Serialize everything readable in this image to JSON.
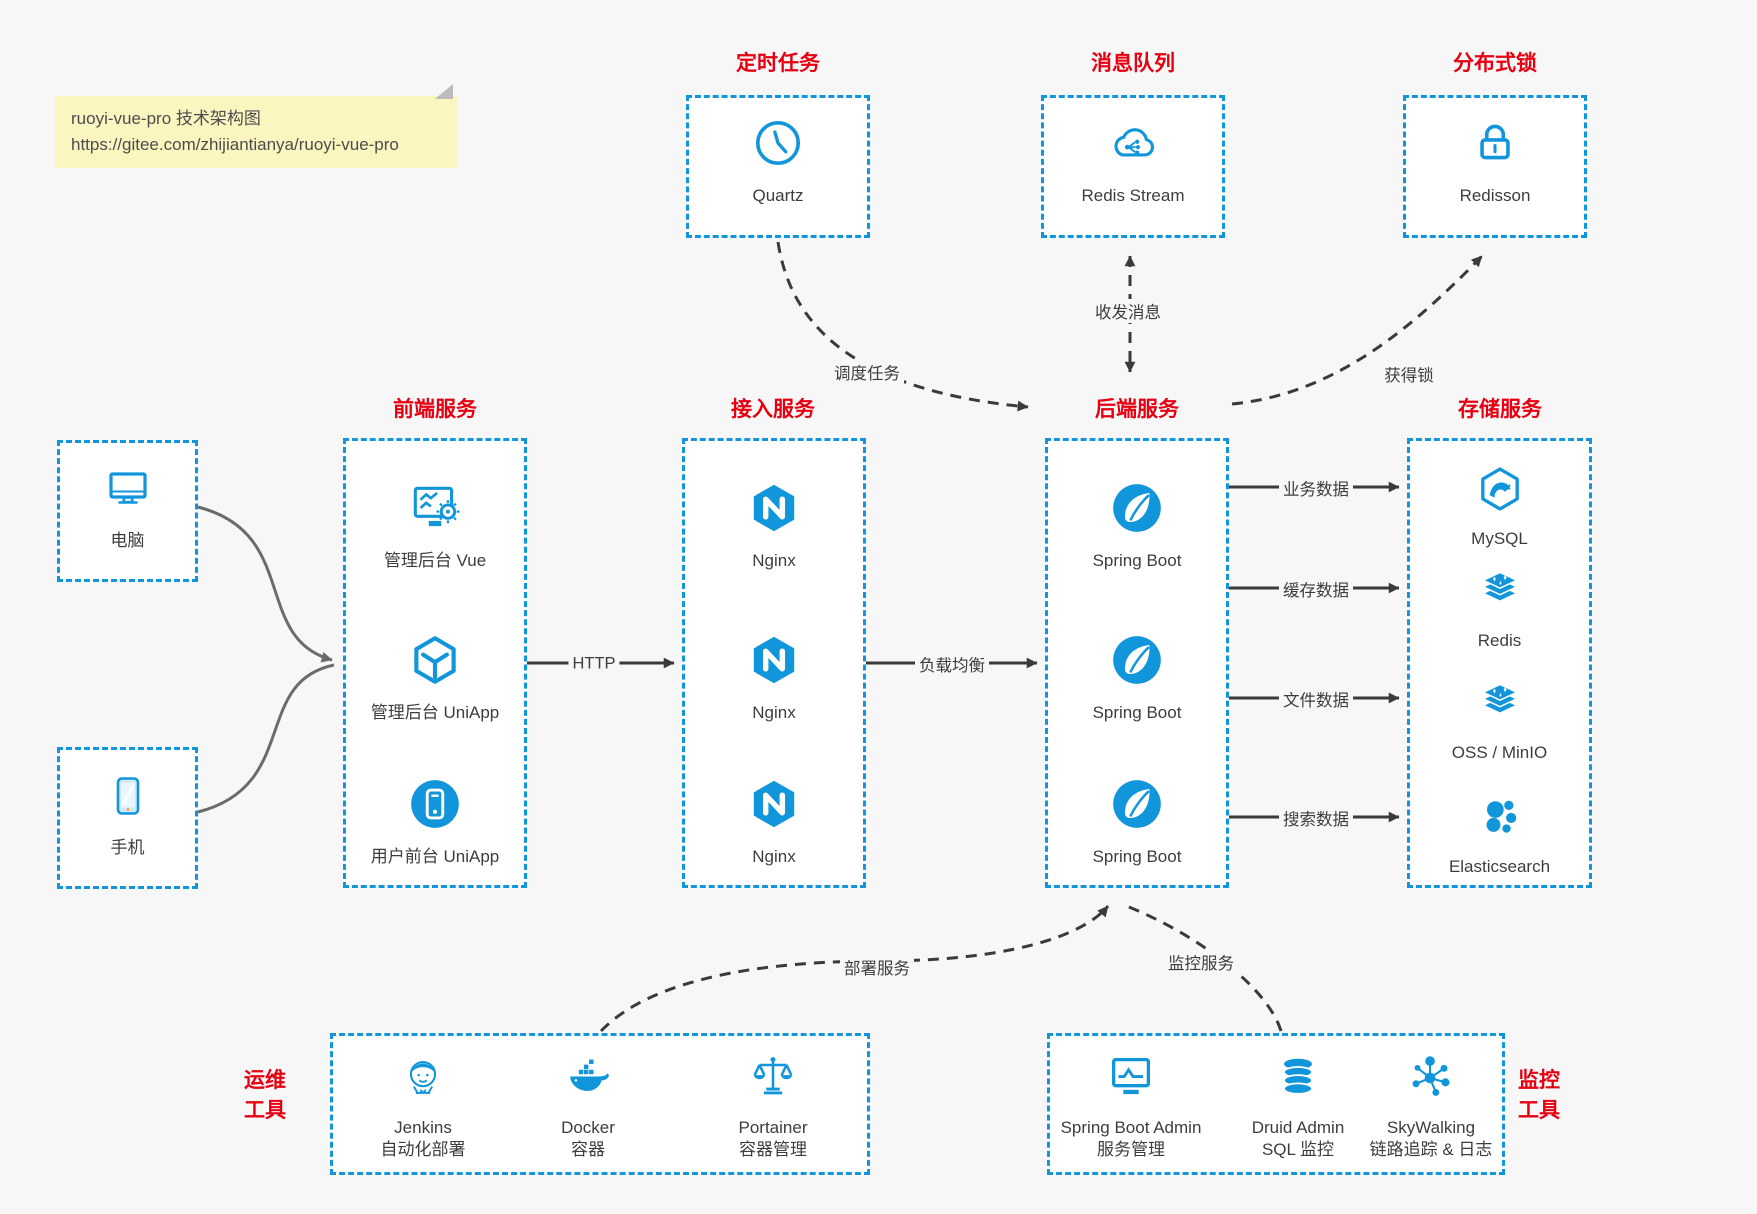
{
  "note": {
    "line1": "ruoyi-vue-pro 技术架构图",
    "line2": "https://gitee.com/zhijiantianya/ruoyi-vue-pro"
  },
  "colors": {
    "accent_blue": "#1296db",
    "title_red": "#e60012",
    "note_bg": "#fbf6c0",
    "wire_dark": "#3a3a3a",
    "wire_gray": "#6b6b6b"
  },
  "groups": {
    "scheduled": {
      "title": "定时任务",
      "items": [
        {
          "icon": "clock-icon",
          "label": "Quartz"
        }
      ]
    },
    "mq": {
      "title": "消息队列",
      "items": [
        {
          "icon": "cloud-stream-icon",
          "label": "Redis Stream"
        }
      ]
    },
    "lock": {
      "title": "分布式锁",
      "items": [
        {
          "icon": "lock-icon",
          "label": "Redisson"
        }
      ]
    },
    "clients": {
      "items": [
        {
          "icon": "desktop-icon",
          "label": "电脑"
        },
        {
          "icon": "mobile-icon",
          "label": "手机"
        }
      ]
    },
    "frontend": {
      "title": "前端服务",
      "items": [
        {
          "icon": "admin-vue-icon",
          "label": "管理后台 Vue"
        },
        {
          "icon": "uniapp-cube-icon",
          "label": "管理后台 UniApp"
        },
        {
          "icon": "user-app-icon",
          "label": "用户前台 UniApp"
        }
      ]
    },
    "gateway": {
      "title": "接入服务",
      "items": [
        {
          "icon": "nginx-icon",
          "label": "Nginx"
        },
        {
          "icon": "nginx-icon",
          "label": "Nginx"
        },
        {
          "icon": "nginx-icon",
          "label": "Nginx"
        }
      ]
    },
    "backend": {
      "title": "后端服务",
      "items": [
        {
          "icon": "spring-boot-icon",
          "label": "Spring Boot"
        },
        {
          "icon": "spring-boot-icon",
          "label": "Spring Boot"
        },
        {
          "icon": "spring-boot-icon",
          "label": "Spring Boot"
        }
      ]
    },
    "storage": {
      "title": "存储服务",
      "items": [
        {
          "icon": "mysql-icon",
          "label": "MySQL"
        },
        {
          "icon": "redis-icon",
          "label": "Redis"
        },
        {
          "icon": "oss-icon",
          "label": "OSS / MinIO"
        },
        {
          "icon": "elasticsearch-icon",
          "label": "Elasticsearch"
        }
      ]
    },
    "ops": {
      "title": "运维工具",
      "items": [
        {
          "icon": "jenkins-icon",
          "label": "Jenkins",
          "sublabel": "自动化部署"
        },
        {
          "icon": "docker-icon",
          "label": "Docker",
          "sublabel": "容器"
        },
        {
          "icon": "portainer-icon",
          "label": "Portainer",
          "sublabel": "容器管理"
        }
      ]
    },
    "monitoring": {
      "title": "监控工具",
      "items": [
        {
          "icon": "spring-boot-admin-icon",
          "label": "Spring Boot Admin",
          "sublabel": "服务管理"
        },
        {
          "icon": "druid-icon",
          "label": "Druid Admin",
          "sublabel": "SQL 监控"
        },
        {
          "icon": "skywalking-icon",
          "label": "SkyWalking",
          "sublabel": "链路追踪 & 日志"
        }
      ]
    }
  },
  "edges": {
    "schedule": "调度任务",
    "message": "收发消息",
    "get_lock": "获得锁",
    "http": "HTTP",
    "load_balance": "负载均衡",
    "business_data": "业务数据",
    "cache_data": "缓存数据",
    "file_data": "文件数据",
    "search_data": "搜索数据",
    "deploy": "部署服务",
    "monitor": "监控服务"
  }
}
